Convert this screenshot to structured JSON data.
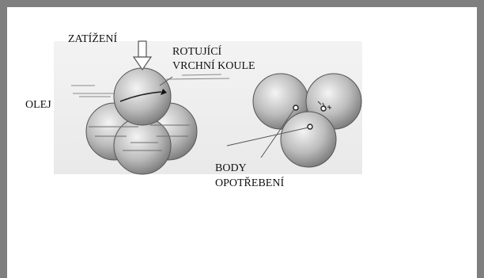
{
  "labels": {
    "load": "ZATÍŽENÍ",
    "rotating_line1": "ROTUJÍCÍ",
    "rotating_line2": "VRCHNÍ KOULE",
    "oil": "OLEJ",
    "wear_line1": "BODY",
    "wear_line2": "OPOTŘEBENÍ"
  }
}
